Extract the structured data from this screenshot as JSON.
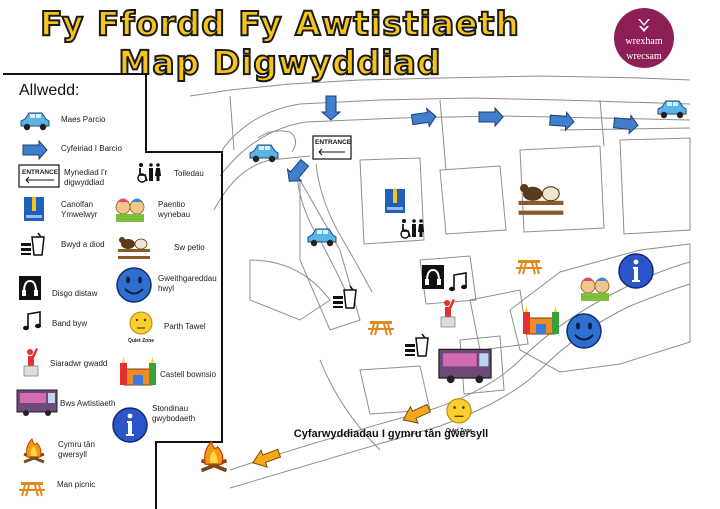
{
  "title_line1": "Fy Ffordd Fy Awtistiaeth",
  "title_line2": "Map Digwyddiad",
  "logo": {
    "line1": "wrexham",
    "line2": "",
    "line3": "wrecsam",
    "color": "#8e1f56"
  },
  "legend": {
    "title": "Allwedd:",
    "items": [
      {
        "name": "car-icon",
        "label": "Maes Parcio"
      },
      {
        "name": "blue-arrow-icon",
        "label": "Cyfeiriad I Barcio"
      },
      {
        "name": "entrance-sign-icon",
        "label": "Mynediad I'r digwyddiad",
        "sign": "ENTRANCE"
      },
      {
        "name": "info-centre-icon",
        "label": "Canolfan Ymwelwyr"
      },
      {
        "name": "toilets-icon",
        "label": "Toiledau"
      },
      {
        "name": "face-painting-icon",
        "label": "Paentio wynebau"
      },
      {
        "name": "food-drink-icon",
        "label": "Bwyd a diod"
      },
      {
        "name": "petting-zoo-icon",
        "label": "Sw petio"
      },
      {
        "name": "silent-disco-icon",
        "label": "Disgo distaw"
      },
      {
        "name": "smiley-icon",
        "label": "Gweithgareddau hwyl"
      },
      {
        "name": "music-notes-icon",
        "label": "Band byw"
      },
      {
        "name": "quiet-zone-icon",
        "label": "Parth Tawel",
        "badge": "Quiet Zone"
      },
      {
        "name": "speaker-icon",
        "label": "Siaradwr gwadd"
      },
      {
        "name": "bouncy-castle-icon",
        "label": "Castell bownsio"
      },
      {
        "name": "bus-icon",
        "label": "Bws Awtistiaeth"
      },
      {
        "name": "info-i-icon",
        "label": "Stondinau gwybodaeth"
      },
      {
        "name": "campfire-icon",
        "label": "Cymru tân gwersyll"
      },
      {
        "name": "picnic-icon",
        "label": "Man picnic"
      }
    ]
  },
  "map_labels": {
    "entrance": "ENTRANCE",
    "quiet_zone": "Quiet Zone",
    "campfire_directions": "Cyfarwyddiadau I gymru tân gwersyll"
  },
  "colors": {
    "title_fill": "#f6c51a",
    "arrow_blue": "#3f7fce",
    "arrow_orange": "#f4a81b",
    "car_blue": "#5bb3e8",
    "smiley_blue": "#2f6fd0",
    "info_blue": "#2b55c8"
  }
}
